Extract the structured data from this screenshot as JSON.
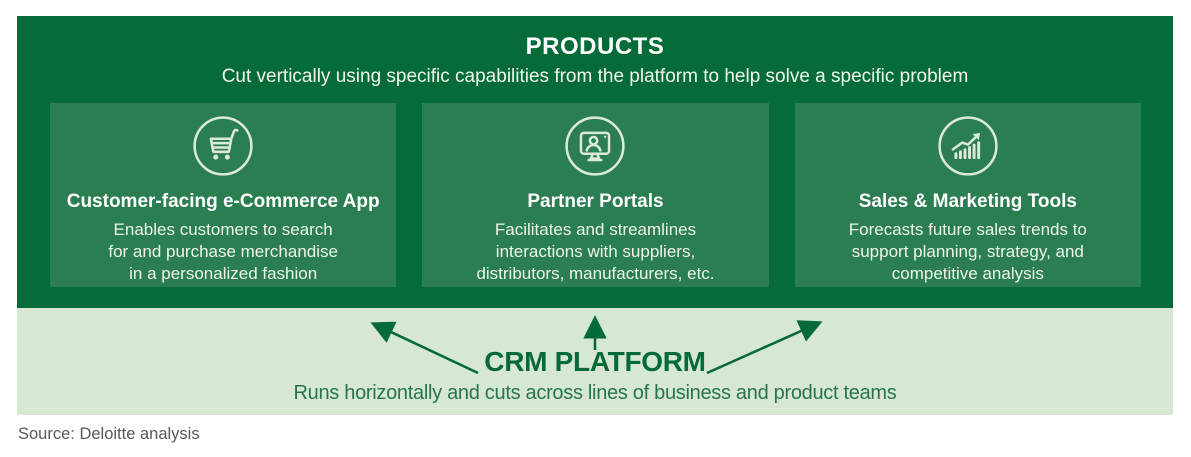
{
  "colors": {
    "band_dark_green": "#056B38",
    "card_green": "#2B7E52",
    "band_light_green": "#D6E8D1",
    "accent_green": "#046A38",
    "text_white": "#FFFFFF",
    "source_gray": "#57585A"
  },
  "products": {
    "title": "PRODUCTS",
    "subtitle": "Cut vertically using specific capabilities from the platform to help solve a specific problem",
    "cards": [
      {
        "icon": "shopping-cart-icon",
        "title": "Customer-facing e-Commerce App",
        "description": "Enables customers to search\nfor and purchase merchandise\nin a personalized fashion"
      },
      {
        "icon": "partner-portal-monitor-icon",
        "title": "Partner Portals",
        "description": "Facilitates and streamlines\ninteractions with suppliers,\ndistributors, manufacturers, etc."
      },
      {
        "icon": "sales-trend-chart-icon",
        "title": "Sales & Marketing Tools",
        "description": "Forecasts future sales trends to\nsupport planning, strategy, and\ncompetitive analysis"
      }
    ]
  },
  "platform": {
    "title": "CRM PLATFORM",
    "subtitle": "Runs horizontally and cuts across lines of business and product teams"
  },
  "source": "Source: Deloitte analysis"
}
